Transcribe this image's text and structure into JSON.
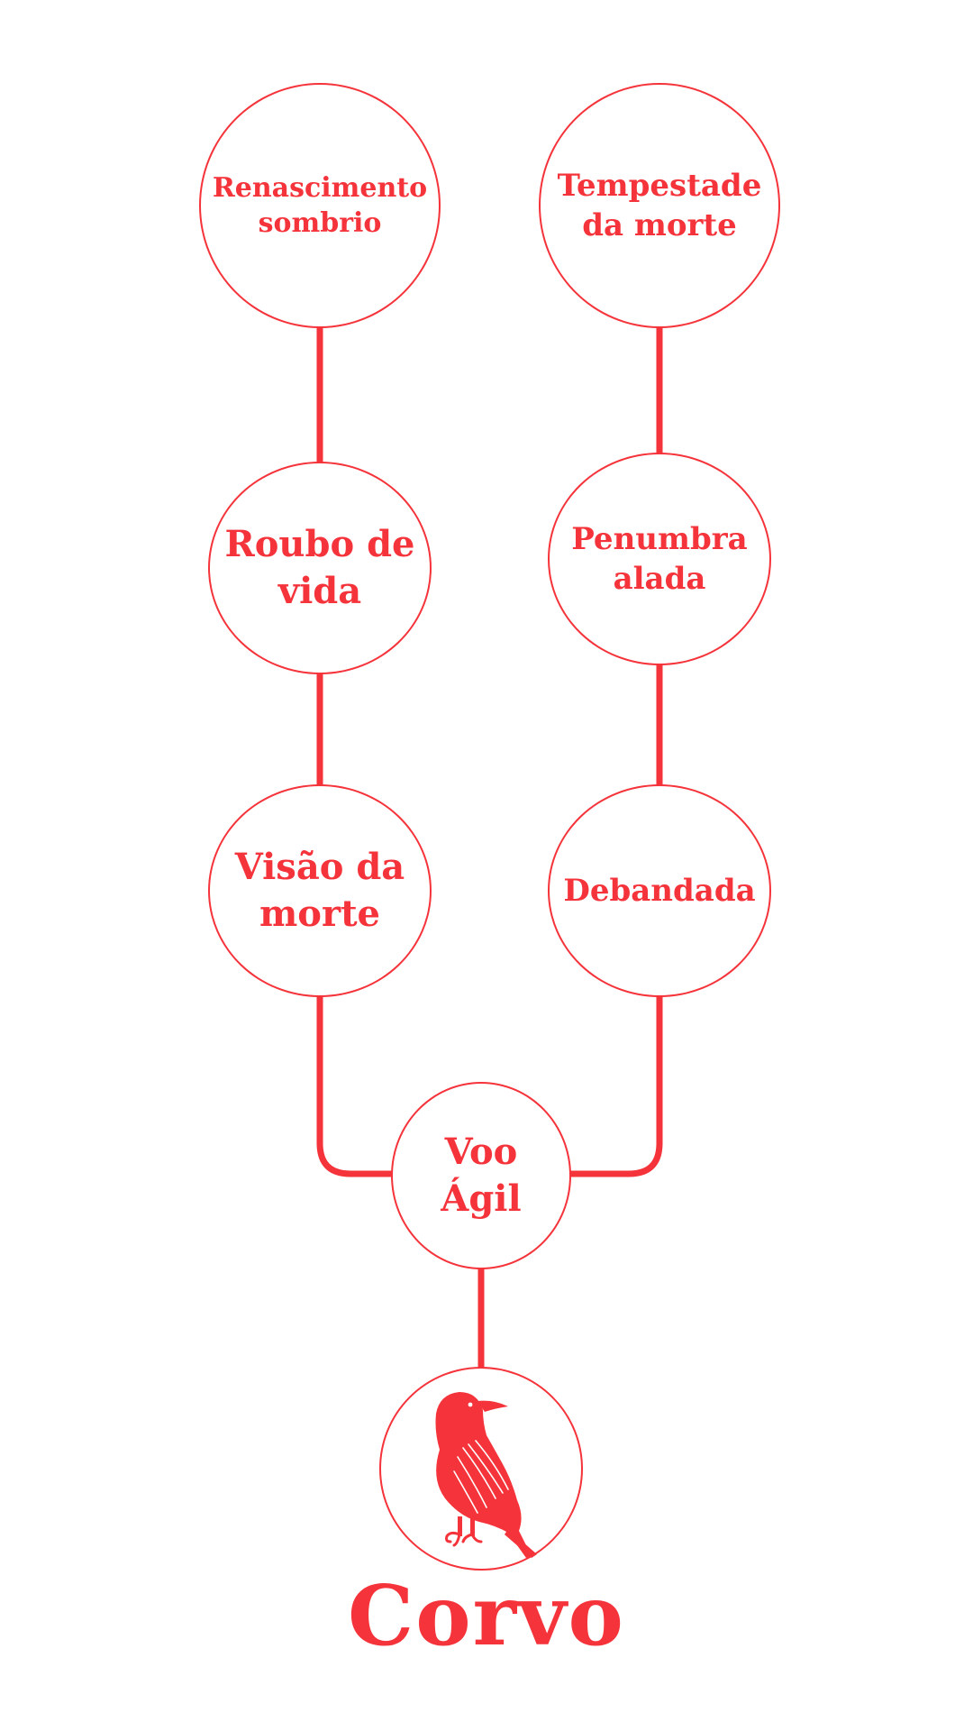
{
  "colors": {
    "accent": "#f5333a",
    "background": "#ffffff"
  },
  "nodes": {
    "renascimento": "Renascimento\nsombrio",
    "tempestade": "Tempestade\nda morte",
    "roubo": "Roubo de\nvida",
    "penumbra": "Penumbra\nalada",
    "visao": "Visão da\nmorte",
    "debandada": "Debandada",
    "voo": "Voo\nÁgil"
  },
  "root": {
    "icon": "raven-icon",
    "title": "Corvo"
  }
}
